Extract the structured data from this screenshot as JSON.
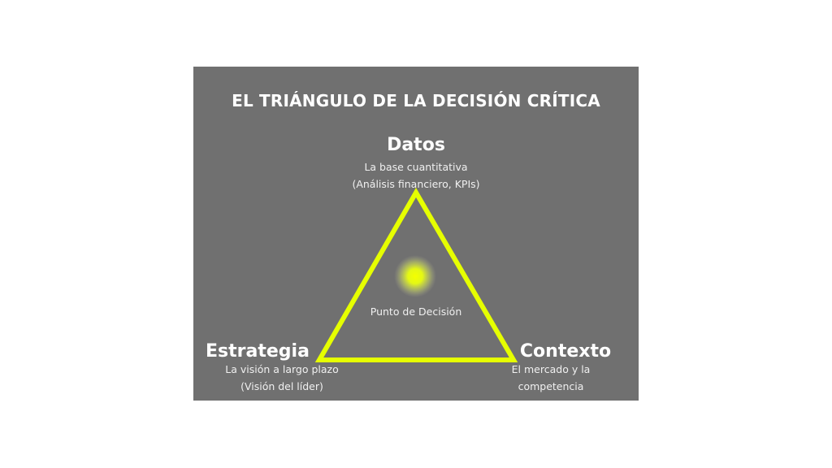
{
  "title": "EL TRIÁNGULO DE LA DECISIÓN CRÍTICA",
  "colors": {
    "background": "#ffffff",
    "panel": "#707070",
    "accent": "#e6ff00",
    "text": "#ffffff"
  },
  "center": {
    "label": "Punto de Decisión",
    "icon": "glow-dot-icon"
  },
  "nodes": {
    "top": {
      "title": "Datos",
      "line1": "La base cuantitativa",
      "line2": "(Análisis financiero, KPIs)"
    },
    "left": {
      "title": "Estrategia",
      "line1": "La visión a largo plazo",
      "line2": "(Visión del líder)"
    },
    "right": {
      "title": "Contexto",
      "line1": "El mercado y la",
      "line2": "competencia"
    }
  }
}
